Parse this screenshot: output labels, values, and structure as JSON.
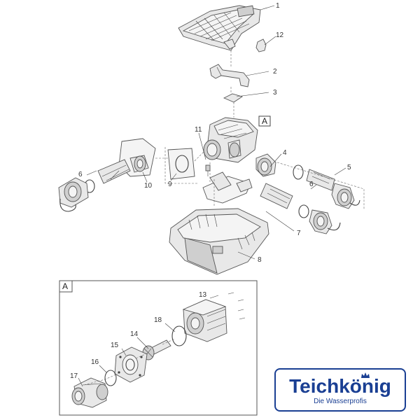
{
  "callouts": [
    "1",
    "2",
    "3",
    "4",
    "5",
    "6",
    "6",
    "7",
    "8",
    "9",
    "10",
    "11",
    "12",
    "13",
    "14",
    "15",
    "16",
    "17",
    "18"
  ],
  "detail_labels": {
    "main": "A",
    "inset": "A"
  },
  "logo": {
    "name": "Teichkönig",
    "tagline": "Die Wasserprofis"
  },
  "colors": {
    "line": "#444444",
    "part_fill": "#e8e8e8",
    "logo_blue": "#1a3f93"
  },
  "icons": [
    "crown-icon"
  ]
}
